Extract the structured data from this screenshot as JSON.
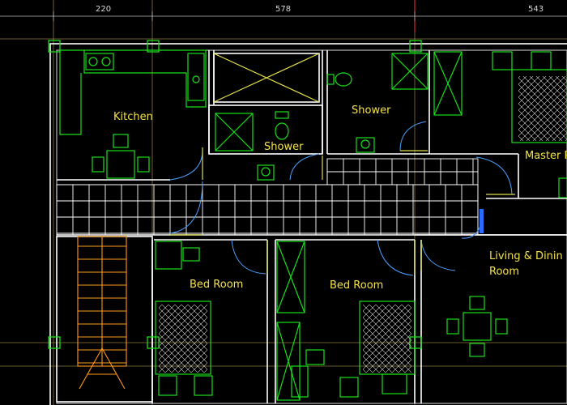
{
  "dimensions": {
    "top": [
      "220",
      "578",
      "543"
    ]
  },
  "rooms": {
    "kitchen": "Kitchen",
    "shower_left": "Shower",
    "shower_right": "Shower",
    "master": "Master R",
    "bed_left": "Bed Room",
    "bed_right": "Bed Room",
    "living_line1": "Living & Dinin",
    "living_line2": "Room"
  },
  "colors": {
    "background": "#000000",
    "walls": "#ffffff",
    "fixtures": "#19e019",
    "labels": "#f2e24a",
    "stairs": "#ff9a1a",
    "doors": "#4aa0ff"
  }
}
